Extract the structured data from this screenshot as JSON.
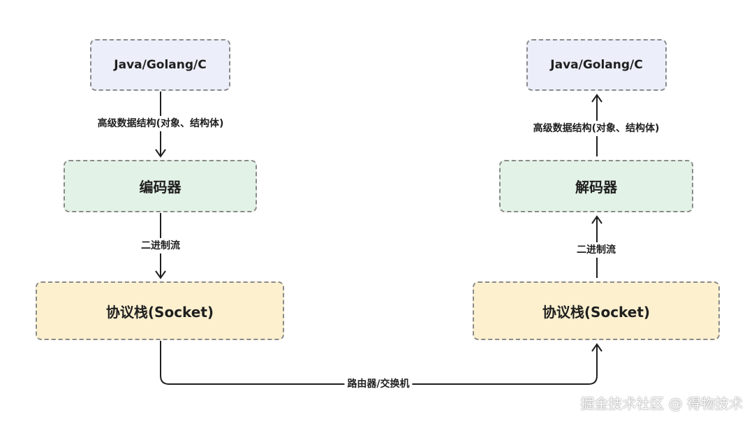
{
  "diagram": {
    "sender": {
      "language_box": "Java/Golang/C",
      "data_label": "高级数据结构(对象、结构体)",
      "codec_box": "编码器",
      "stream_label": "二进制流",
      "protocol_box": "协议栈(Socket)"
    },
    "receiver": {
      "language_box": "Java/Golang/C",
      "data_label": "高级数据结构(对象、结构体)",
      "codec_box": "解码器",
      "stream_label": "二进制流",
      "protocol_box": "协议栈(Socket)"
    },
    "network_label": "路由器/交换机"
  },
  "watermark": "掘金技术社区 @ 得物技术",
  "colors": {
    "language_fill": "#eceff9",
    "codec_fill": "#e3f2e6",
    "protocol_fill": "#fcf0cf",
    "border": "#8a8a8a",
    "arrow": "#1f1f1f"
  }
}
